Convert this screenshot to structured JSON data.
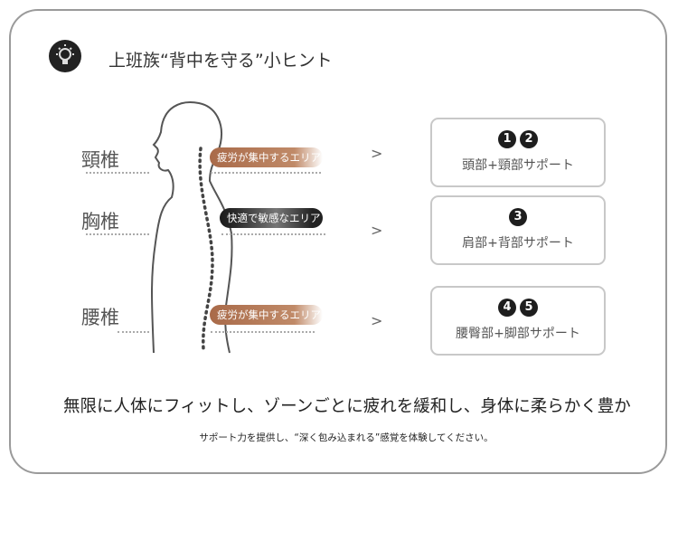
{
  "header": {
    "icon": "lightbulb-icon",
    "title": "上班族“背中を守る”小ヒント"
  },
  "zones": [
    {
      "label": "頸椎",
      "tag": "疲労が集中するエリア",
      "tag_color": "#b07452"
    },
    {
      "label": "胸椎",
      "tag": "快適で敏感なエリア",
      "tag_color": "#222222"
    },
    {
      "label": "腰椎",
      "tag": "疲労が集中するエリア",
      "tag_color": "#b07452"
    }
  ],
  "arrow": ">",
  "supports": [
    {
      "numbers": [
        "1",
        "2"
      ],
      "label": "頭部+頸部サポート"
    },
    {
      "numbers": [
        "3"
      ],
      "label": "肩部+背部サポート"
    },
    {
      "numbers": [
        "4",
        "5"
      ],
      "label": "腰臀部+脚部サポート"
    }
  ],
  "footer": {
    "headline": "無限に人体にフィットし、ゾーンごとに疲れを緩和し、身体に柔らかく豊か",
    "subtext": "サポート力を提供し、“深く包み込まれる”感覚を体験してください。"
  }
}
